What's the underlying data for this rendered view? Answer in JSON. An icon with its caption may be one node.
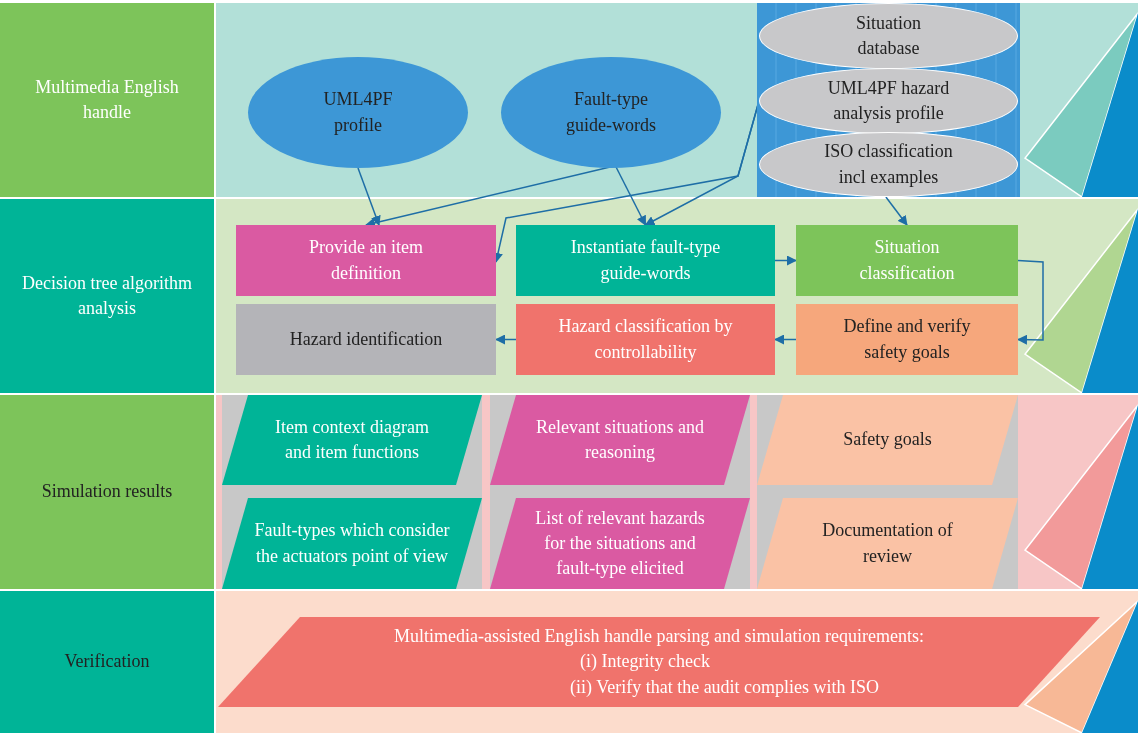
{
  "diagram": {
    "nodes": [
      {
        "text": [
          "Multimedia English handle"
        ]
      },
      {
        "text": [
          "UML4PF profile"
        ]
      },
      {
        "text": [
          "Fault-type guide-words"
        ]
      },
      {
        "text": [],
        "shape": "box"
      },
      {
        "text": [
          "Situation database"
        ],
        "in": 3
      },
      {
        "text": [
          "UML4PF hazard analysis profile"
        ],
        "in": 3
      },
      {
        "text": [
          "ISO classification incl examples"
        ],
        "in": 3
      },
      {
        "text": [
          "Decision tree algorithm analysis"
        ]
      },
      {
        "text": [
          "Provide an item definition"
        ]
      },
      {
        "text": [
          "Instantiate fault-type guide-words"
        ]
      },
      {
        "text": [
          "Situation classification"
        ]
      },
      {
        "text": [
          "Hazard identification"
        ]
      },
      {
        "text": [
          "Hazard classification by controllability"
        ]
      },
      {
        "text": [
          "Define and verify safety goals"
        ]
      },
      {
        "text": [
          "Simulation results"
        ]
      },
      {
        "text": [
          "Item context diagram and item functions"
        ]
      },
      {
        "text": [
          "Relevant situations and reasoning"
        ]
      },
      {
        "text": [
          "Safety goals"
        ]
      },
      {
        "text": [
          "Fault-types which consider the actuators point of view"
        ]
      },
      {
        "text": [
          "List of relevant hazards for the situations and fault-type elicited"
        ]
      },
      {
        "text": [
          "Documentation of review"
        ]
      },
      {
        "text": [
          "Verification"
        ]
      },
      {
        "text": [
          "Multimedia-assisted English handle parsing and simulation requirements:",
          "(i) Integrity check",
          "(ii) Verify that the audit complies with ISO"
        ]
      }
    ],
    "edges": [
      {
        "from": 1,
        "to": 8,
        "arrow": "to"
      },
      {
        "from": 2,
        "to": 8,
        "arrow": "to"
      },
      {
        "from": 2,
        "to": 9,
        "arrow": "to"
      },
      {
        "from": 5,
        "to": 8,
        "arrow": "to"
      },
      {
        "from": 5,
        "to": 9,
        "arrow": "to"
      },
      {
        "from": 6,
        "to": 10,
        "arrow": "to"
      },
      {
        "from": 9,
        "to": 10,
        "arrow": "to"
      },
      {
        "from": 10,
        "to": 13,
        "arrow": "to"
      },
      {
        "from": 13,
        "to": 12,
        "arrow": "to"
      },
      {
        "from": 12,
        "to": 11,
        "arrow": "to"
      }
    ]
  }
}
